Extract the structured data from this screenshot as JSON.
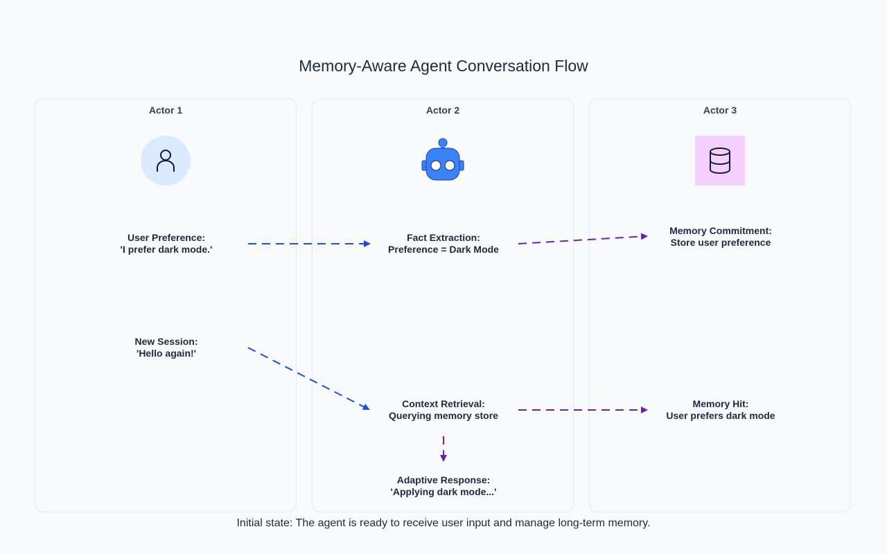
{
  "title": "Memory-Aware Agent Conversation Flow",
  "lanes": [
    {
      "label": "Actor 1",
      "icon": "user-icon"
    },
    {
      "label": "Actor 2",
      "icon": "robot-icon"
    },
    {
      "label": "Actor 3",
      "icon": "database-icon"
    }
  ],
  "nodes": {
    "user_preference": {
      "line1": "User Preference:",
      "line2": "'I prefer dark mode.'"
    },
    "fact_extraction": {
      "line1": "Fact Extraction:",
      "line2": "Preference = Dark Mode"
    },
    "memory_commitment": {
      "line1": "Memory Commitment:",
      "line2": "Store user preference"
    },
    "new_session": {
      "line1": "New Session:",
      "line2": "'Hello again!'"
    },
    "context_retrieval": {
      "line1": "Context Retrieval:",
      "line2": "Querying memory store"
    },
    "memory_hit": {
      "line1": "Memory Hit:",
      "line2": "User prefers dark mode"
    },
    "adaptive_response": {
      "line1": "Adaptive Response:",
      "line2": "'Applying dark mode...'"
    }
  },
  "caption": "Initial state: The agent is ready to receive user input and manage long-term memory.",
  "colors": {
    "user_flow": "#1d4ed8",
    "memory_flow": "#6b21a8",
    "user_bg": "#dbeafe",
    "agent": "#3b82f6",
    "memory_bg": "#f5d0fe"
  }
}
